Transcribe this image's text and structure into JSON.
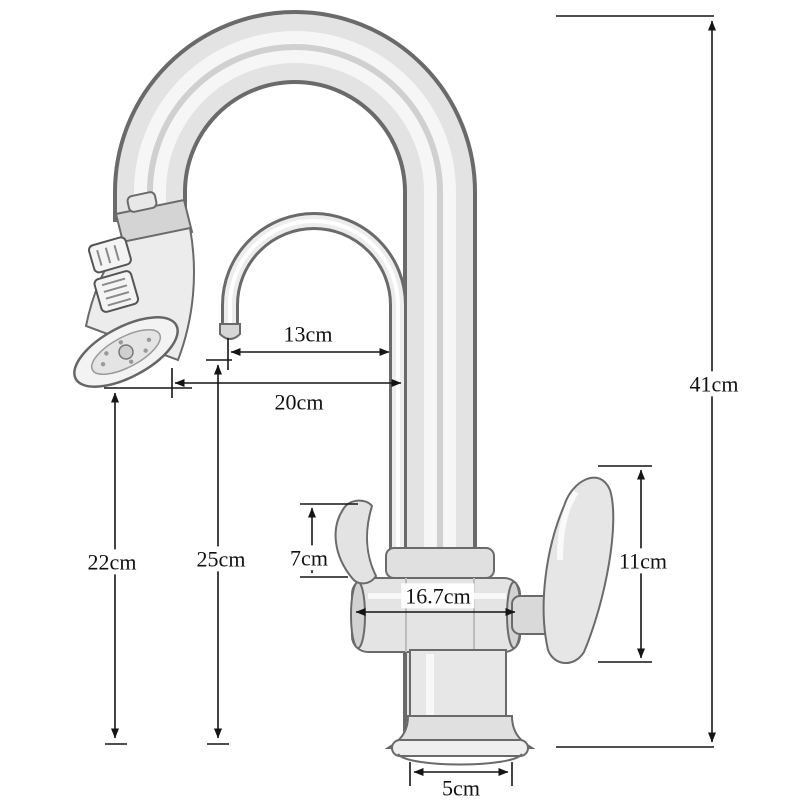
{
  "diagram": {
    "labels": {
      "total_height": "41cm",
      "filter_spout_reach": "13cm",
      "main_spout_reach": "20cm",
      "sprayer_height": "22cm",
      "filter_spout_height": "25cm",
      "left_handle_height": "7cm",
      "right_handle_height": "11cm",
      "body_width": "16.7cm",
      "base_width": "5cm"
    }
  }
}
